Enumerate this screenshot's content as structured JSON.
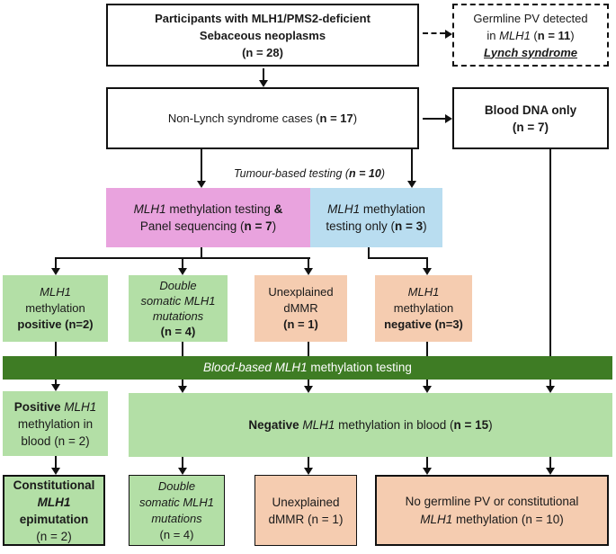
{
  "palette": {
    "pink": "#e9a3de",
    "light_blue": "#b9ddf0",
    "light_green": "#b3dfa6",
    "peach": "#f5ccb0",
    "dark_green_banner": "#3e7c24",
    "border_black": "#111111",
    "banner_text": "#ffffff"
  },
  "flow": {
    "participants": {
      "l1": "Participants with MLH1/PMS2-deficient",
      "l2": "Sebaceous neoplasms",
      "l3": "(n = 28)"
    },
    "lynch": {
      "l1": "Germline PV detected",
      "l2a": "in ",
      "l2b": "MLH1",
      "l2c": " (",
      "l2d": "n = 11",
      "l2e": ")",
      "l3": "Lynch syndrome"
    },
    "nonlynch": {
      "a": "Non-Lynch syndrome cases (",
      "b": "n = 17",
      "c": ")"
    },
    "blooddna": {
      "l1": "Blood DNA only",
      "l2": "(n = 7)"
    },
    "tumour_label": {
      "a": "Tumour-based testing (",
      "b": "n = 10",
      "c": ")"
    },
    "pink_box": {
      "l1a": "MLH1",
      "l1b": " methylation testing ",
      "l1c": "&",
      "l2a": "Panel sequencing (",
      "l2b": "n = 7",
      "l2c": ")"
    },
    "blue_box": {
      "l1a": "MLH1",
      "l1b": " methylation",
      "l2a": "testing only (",
      "l2b": "n = 3",
      "l2c": ")"
    },
    "meth_pos": {
      "l1": "MLH1",
      "l2": "methylation",
      "l3": "positive (n=2)"
    },
    "dbl_som1": {
      "l1": "Double",
      "l2": "somatic MLH1",
      "l3": "mutations",
      "l4": "(n = 4)"
    },
    "unexp1": {
      "l1": "Unexplained",
      "l2": "dMMR",
      "l3": "(n = 1)"
    },
    "meth_neg": {
      "l1": "MLH1",
      "l2": "methylation",
      "l3": "negative (n=3)"
    },
    "banner": {
      "a": "Blood-based MLH1",
      "b": " methylation testing"
    },
    "pos_blood": {
      "l1a": "Positive ",
      "l1b": "MLH1",
      "l2": "methylation in",
      "l3": "blood (n = 2)"
    },
    "neg_blood": {
      "a": "Negative ",
      "b": "MLH1",
      "c": " methylation in blood (",
      "d": "n = 15",
      "e": ")"
    },
    "constitutional": {
      "l1": "Constitutional",
      "l2": "MLH1",
      "l3": "epimutation",
      "l4": "(n = 2)"
    },
    "dbl_som2": {
      "l1": "Double",
      "l2": "somatic MLH1",
      "l3": "mutations",
      "l4": "(n = 4)"
    },
    "unexp2": {
      "l1": "Unexplained",
      "l2": "dMMR (n = 1)"
    },
    "nogermline": {
      "l1": "No germline PV or constitutional",
      "l2a": "MLH1",
      "l2b": " methylation (n = 10)"
    }
  }
}
